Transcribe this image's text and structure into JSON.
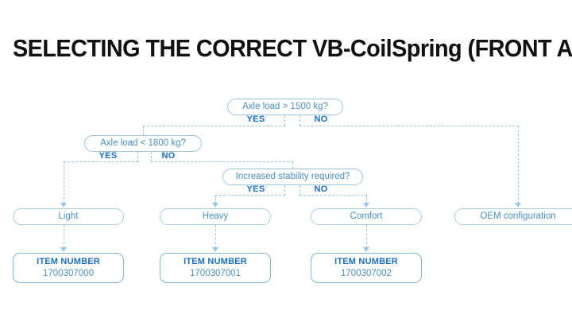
{
  "title": "SELECTING THE CORRECT VB-CoilSpring (FRONT AXLE)",
  "colors": {
    "node_text": "#4a90c4",
    "node_border": "#9dc6e6",
    "branch_label": "#1b6ec2",
    "item_border": "#7fb4dc",
    "title": "#111111",
    "background": "#ffffff"
  },
  "flowchart": {
    "decisions": [
      {
        "id": "axle-load-1500",
        "label": "Axle load > 1500 kg?",
        "yes_label": "YES",
        "no_label": "NO"
      },
      {
        "id": "axle-load-1800",
        "label": "Axle load < 1800 kg?",
        "yes_label": "YES",
        "no_label": "NO"
      },
      {
        "id": "increased-stability",
        "label": "Increased stability required?",
        "yes_label": "YES",
        "no_label": "NO"
      }
    ],
    "results": [
      {
        "id": "light",
        "label": "Light"
      },
      {
        "id": "heavy",
        "label": "Heavy"
      },
      {
        "id": "comfort",
        "label": "Comfort"
      },
      {
        "id": "oem",
        "label": "OEM configuration"
      }
    ],
    "items": [
      {
        "id": "item-light",
        "caption": "ITEM NUMBER",
        "number": "1700307000"
      },
      {
        "id": "item-heavy",
        "caption": "ITEM NUMBER",
        "number": "1700307001"
      },
      {
        "id": "item-comfort",
        "caption": "ITEM NUMBER",
        "number": "1700307002"
      }
    ]
  }
}
